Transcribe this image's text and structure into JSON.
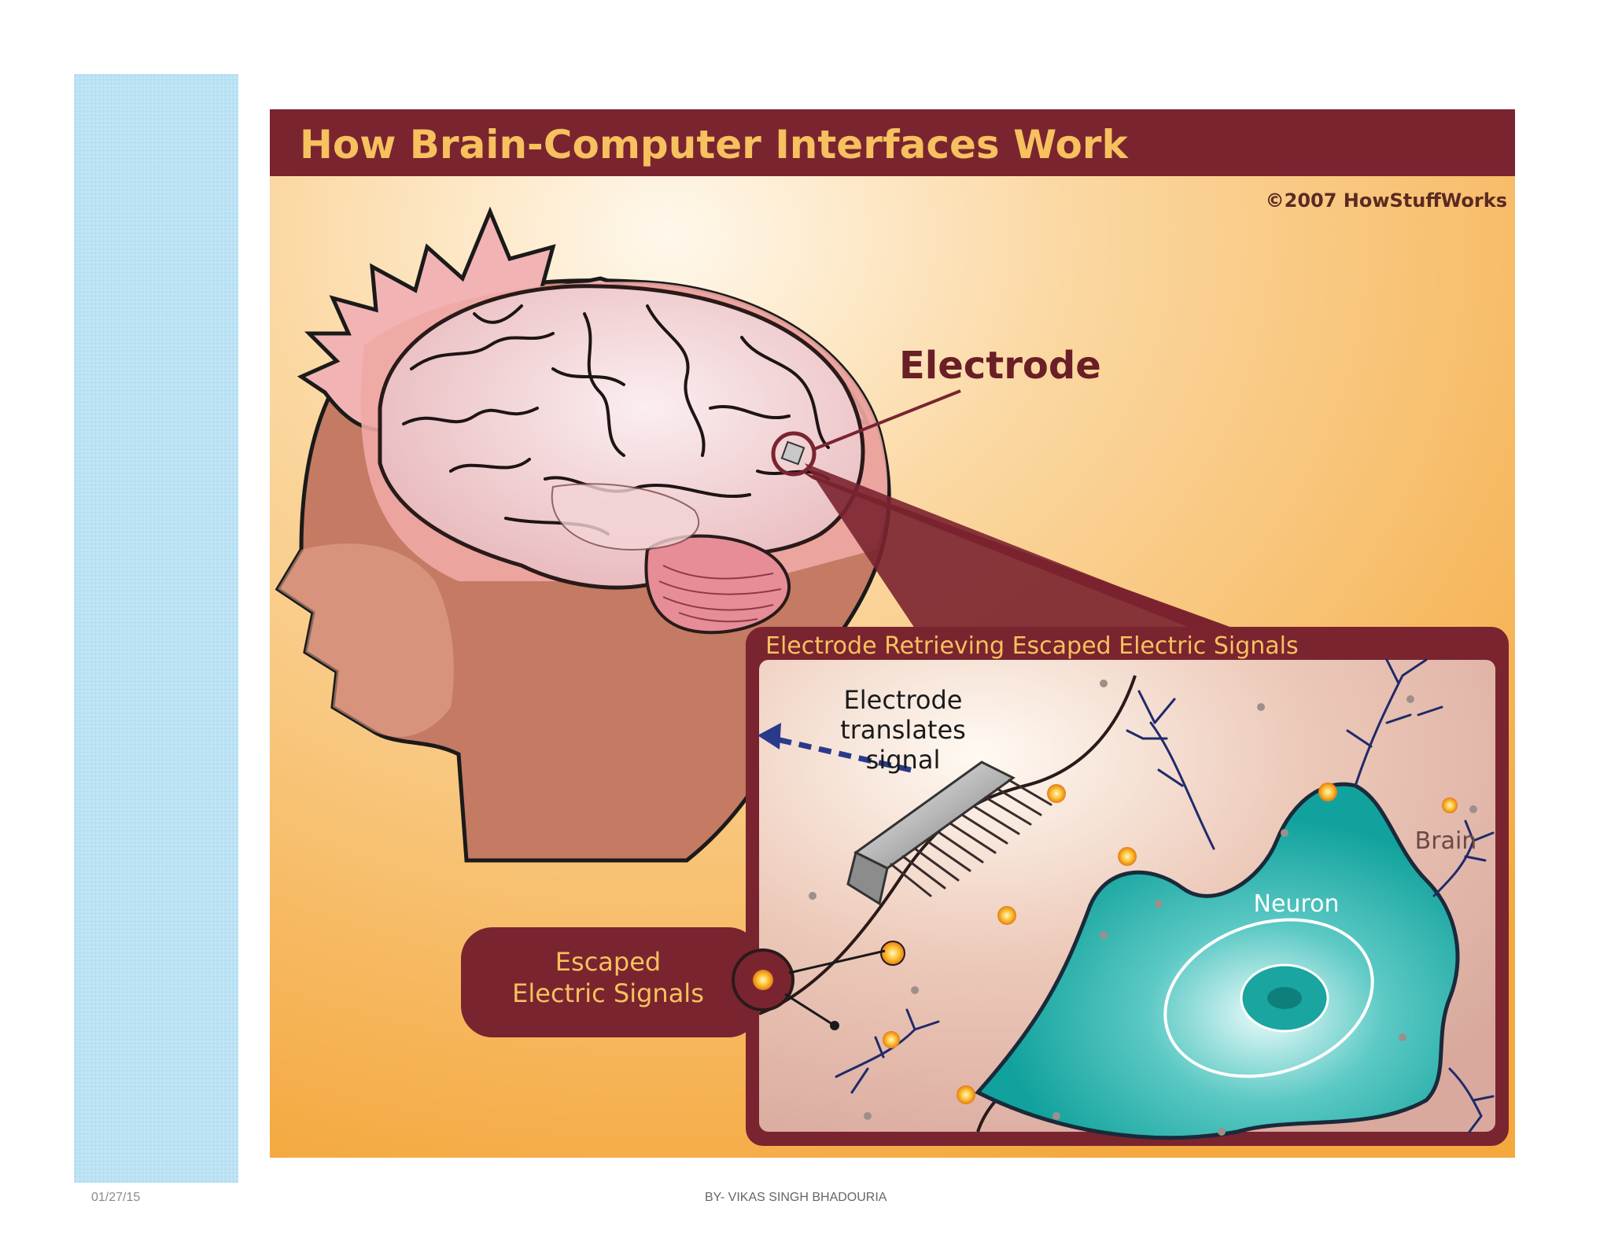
{
  "slide": {
    "footer_date": "01/27/15",
    "footer_author": "BY- VIKAS SINGH BHADOURIA"
  },
  "figure": {
    "title": "How Brain-Computer Interfaces Work",
    "copyright": "©2007 HowStuffWorks",
    "callout_electrode": "Electrode",
    "inset_title": "Electrode Retrieving Escaped Electric Signals",
    "inset_label_electrode_line1": "Electrode",
    "inset_label_electrode_line2": "translates",
    "inset_label_electrode_line3": "signal",
    "label_brain": "Brain",
    "label_neuron": "Neuron",
    "label_escaped_line1": "Escaped",
    "label_escaped_line2": "Electric Signals"
  },
  "colors": {
    "maroon": "#7a2430",
    "bg_orange": "#f6b04a",
    "neuron_teal": "#1aa5a0",
    "signal_gold": "#f8b32a",
    "strip_blue": "#bfe4f5"
  }
}
